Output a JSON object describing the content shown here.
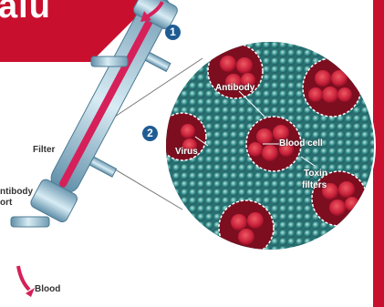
{
  "banner": {
    "text": "alu",
    "color": "#c8102e"
  },
  "steps": [
    "1",
    "2"
  ],
  "labels": {
    "antibody": "Antibody",
    "blood_cell": "Blood cell",
    "virus": "Virus",
    "toxin": "Toxin",
    "filters": "filters",
    "filter": "Filter",
    "antibody_port_line1": "ntibody",
    "antibody_port_line2": "ort",
    "blood": "Blood"
  },
  "colors": {
    "frame_red": "#c8102e",
    "blood_red": "#c8203a",
    "tube_blue": "#8fb3c9",
    "inner_red": "#d6205a",
    "bead_teal": "#2f8a8a",
    "step_blue": "#1f5c94"
  },
  "icons": [
    "inflow-arrow-icon",
    "outflow-arrow-icon"
  ]
}
